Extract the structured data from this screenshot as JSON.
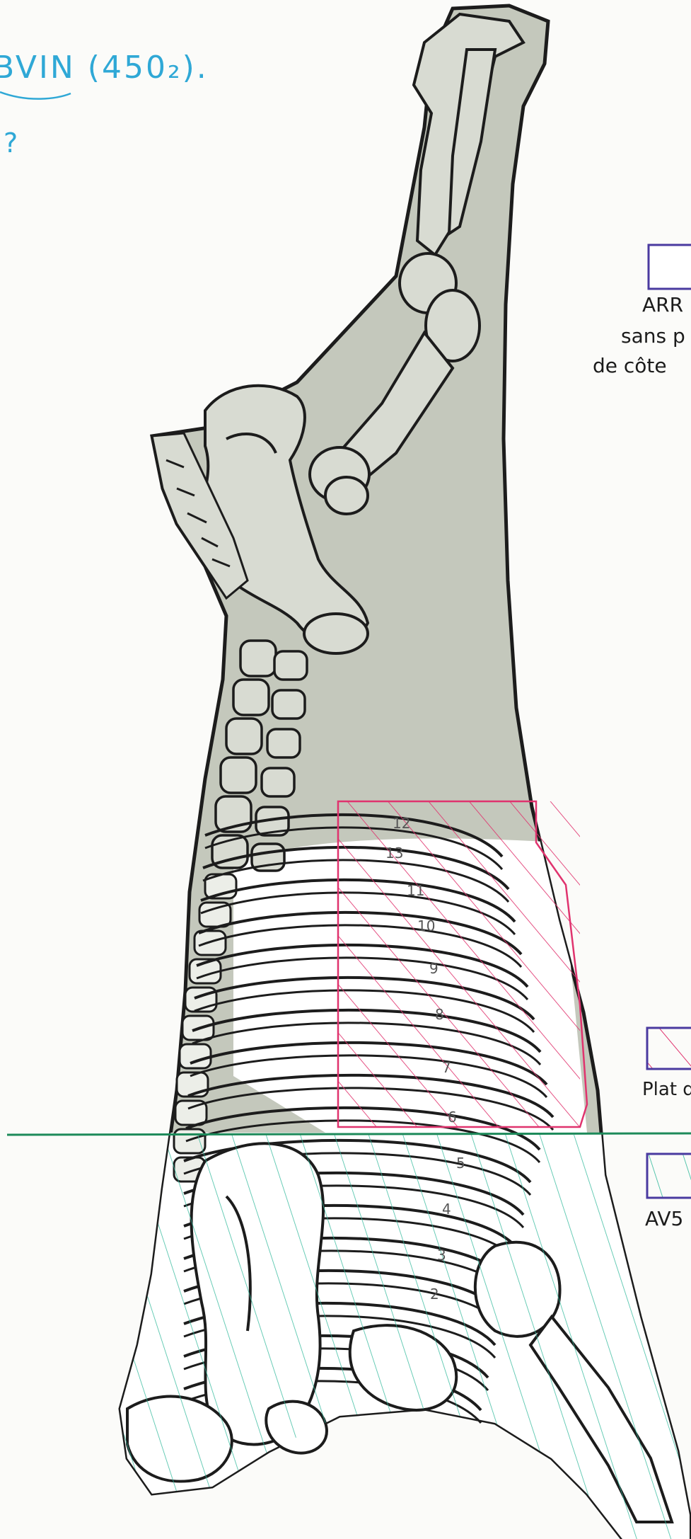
{
  "header": {
    "title_handwritten": "BVIN (450₂).",
    "mark": "?"
  },
  "legend": [
    {
      "id": "arriere",
      "lines": [
        "ARR",
        "sans p",
        "de côte"
      ],
      "pattern": "none"
    },
    {
      "id": "plat_de_cote",
      "lines": [
        "Plat d"
      ],
      "pattern": "pink-hatch"
    },
    {
      "id": "avant5",
      "lines": [
        "AV5"
      ],
      "pattern": "green-hatch"
    }
  ],
  "rib_numbers": [
    "12",
    "13",
    "11",
    "10",
    "9",
    "8",
    "7",
    "6",
    "5",
    "4",
    "3",
    "2"
  ],
  "colors": {
    "carcass_fill": "#c4c8bc",
    "outline": "#1c1c1c",
    "pink_hatch": "#e0336e",
    "green_hatch": "#2fb89a",
    "green_line": "#1d8a5a",
    "blue_ink": "#2fa8d6",
    "legend_border": "#4a3aa0"
  }
}
